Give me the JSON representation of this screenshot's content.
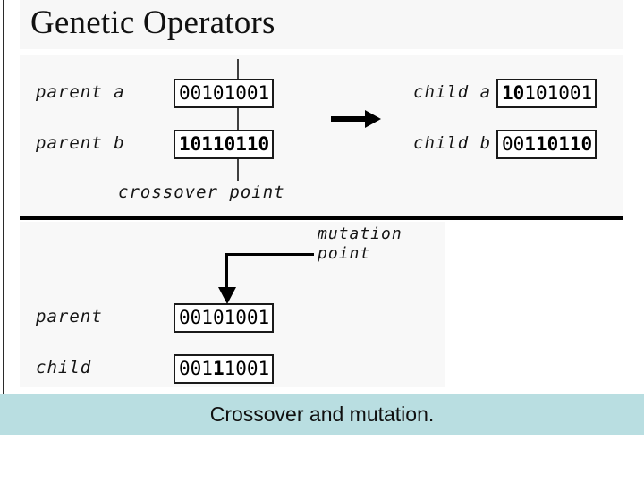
{
  "slide": {
    "title": "Genetic Operators",
    "caption": "Crossover and mutation.",
    "caption_bar_color": "#b9dee1",
    "panel_background": "#f8f8f8",
    "title_band_color": "#f7f7f7",
    "ink_color": "#000000"
  },
  "crossover": {
    "marker_label": "crossover point",
    "arrow_icon": "arrow-right-icon",
    "rows": [
      {
        "label": "parent a",
        "bits": "00101001",
        "bold_prefix": "",
        "bold_suffix": "",
        "plain": "00101001"
      },
      {
        "label": "parent b",
        "bits": "10110110",
        "bold_prefix": "",
        "bold_suffix": "",
        "plain": "10110110"
      }
    ],
    "children": [
      {
        "label": "child a",
        "bits": "10101001",
        "bold_part": "10",
        "plain_part": "101001"
      },
      {
        "label": "child b",
        "bits": "00110110",
        "plain_part": "00",
        "bold_part": "110110"
      }
    ]
  },
  "mutation": {
    "marker_label_line1": "mutation",
    "marker_label_line2": "point",
    "arrow_icon": "arrow-down-icon",
    "rows": [
      {
        "label": "parent",
        "bits": "00101001",
        "pre": "001",
        "flip": "0",
        "post": "1001"
      },
      {
        "label": "child",
        "bits": "00111001",
        "pre": "001",
        "flip": "1",
        "post": "1001"
      }
    ]
  }
}
